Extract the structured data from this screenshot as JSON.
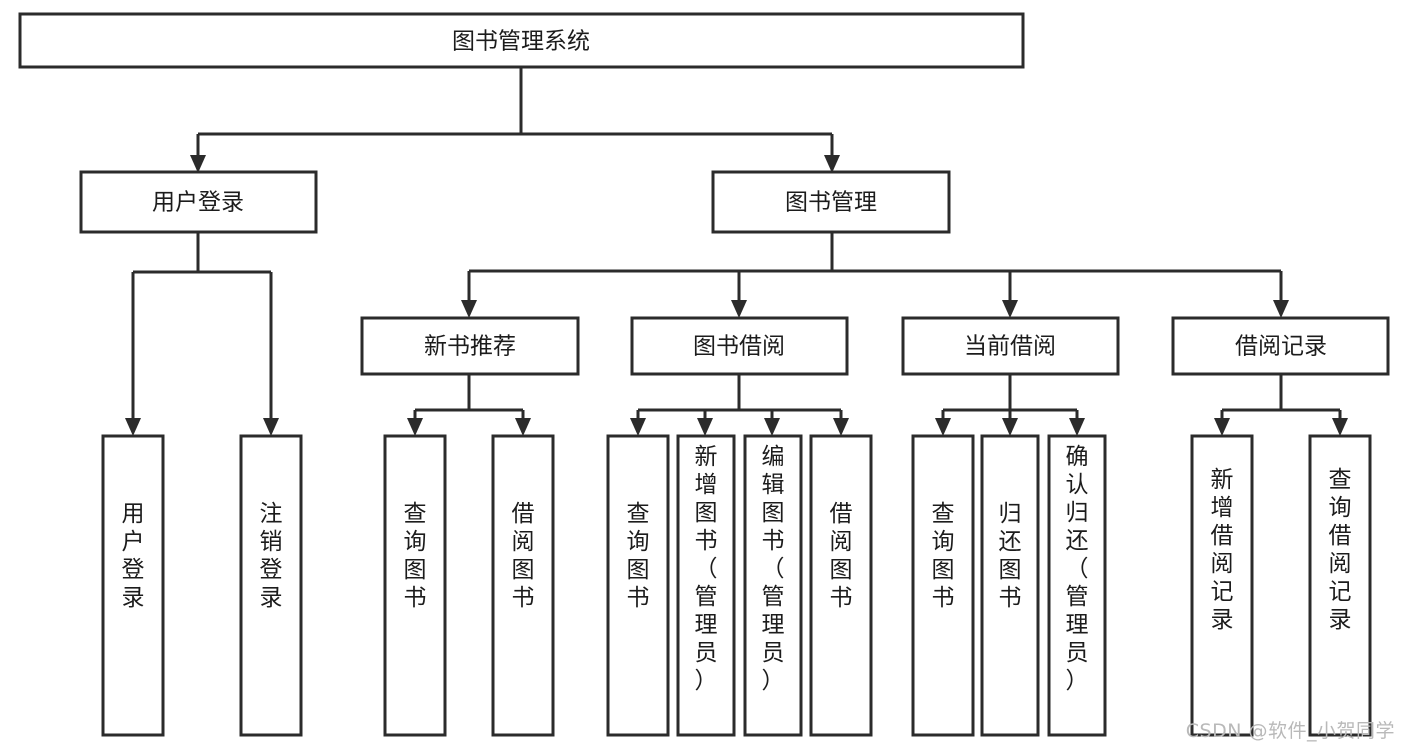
{
  "diagram": {
    "title": "图书管理系统",
    "watermark": "CSDN @软件_小贺同学",
    "colors": {
      "stroke": "#2b2b2b",
      "fill": "#ffffff",
      "text": "#1c1c1c",
      "watermark": "#b9b9b9",
      "background": "#ffffff"
    },
    "root": {
      "label": "图书管理系统"
    },
    "level2": [
      {
        "label": "用户登录"
      },
      {
        "label": "图书管理"
      }
    ],
    "level3": [
      {
        "label": "新书推荐"
      },
      {
        "label": "图书借阅"
      },
      {
        "label": "当前借阅"
      },
      {
        "label": "借阅记录"
      }
    ],
    "leaves": {
      "user_login": [
        {
          "label": "用户登录"
        },
        {
          "label": "注销登录"
        }
      ],
      "new_book_recommend": [
        {
          "label": "查询图书"
        },
        {
          "label": "借阅图书"
        }
      ],
      "book_borrow": [
        {
          "label": "查询图书"
        },
        {
          "label": "新增图书（管理员）"
        },
        {
          "label": "编辑图书（管理员）"
        },
        {
          "label": "借阅图书"
        }
      ],
      "current_borrow": [
        {
          "label": "查询图书"
        },
        {
          "label": "归还图书"
        },
        {
          "label": "确认归还（管理员）"
        }
      ],
      "borrow_record": [
        {
          "label": "新增借阅记录"
        },
        {
          "label": "查询借阅记录"
        }
      ]
    }
  }
}
